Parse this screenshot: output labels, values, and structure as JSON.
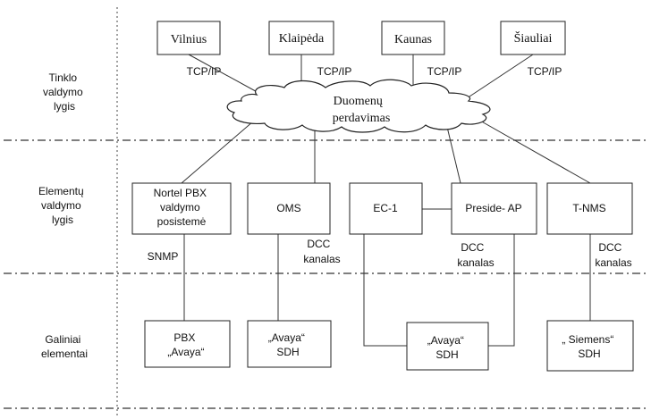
{
  "levels": {
    "network": [
      "Tinklo",
      "valdymo",
      "lygis"
    ],
    "element": [
      "Elementų",
      "valdymo",
      "lygis"
    ],
    "terminal": [
      "Galiniai",
      "elementai"
    ]
  },
  "cities": {
    "vilnius": "Vilnius",
    "klaipeda": "Klaipėda",
    "kaunas": "Kaunas",
    "siauliai": "Šiauliai"
  },
  "cloud": [
    "Duomenų",
    "perdavimas"
  ],
  "protocols": {
    "tcpip_1": "TCP/IP",
    "tcpip_2": "TCP/IP",
    "tcpip_3": "TCP/IP",
    "tcpip_4": "TCP/IP"
  },
  "managers": {
    "nortel": [
      "Nortel PBX",
      "valdymo",
      "posistemė"
    ],
    "oms": "OMS",
    "ec1": "EC-1",
    "preside": "Preside- AP",
    "tnms": "T-NMS"
  },
  "links": {
    "snmp": "SNMP",
    "dcc_1": [
      "DCC",
      "kanalas"
    ],
    "dcc_2": [
      "DCC",
      "kanalas"
    ],
    "dcc_3": [
      "DCC",
      "kanalas"
    ]
  },
  "elements": {
    "pbx_avaya": [
      "PBX",
      "„Avaya“"
    ],
    "avaya_sdh_1": [
      "„Avaya“",
      "SDH"
    ],
    "avaya_sdh_2": [
      "„Avaya“",
      "SDH"
    ],
    "siemens_sdh": [
      "„ Siemens“",
      "SDH"
    ]
  }
}
